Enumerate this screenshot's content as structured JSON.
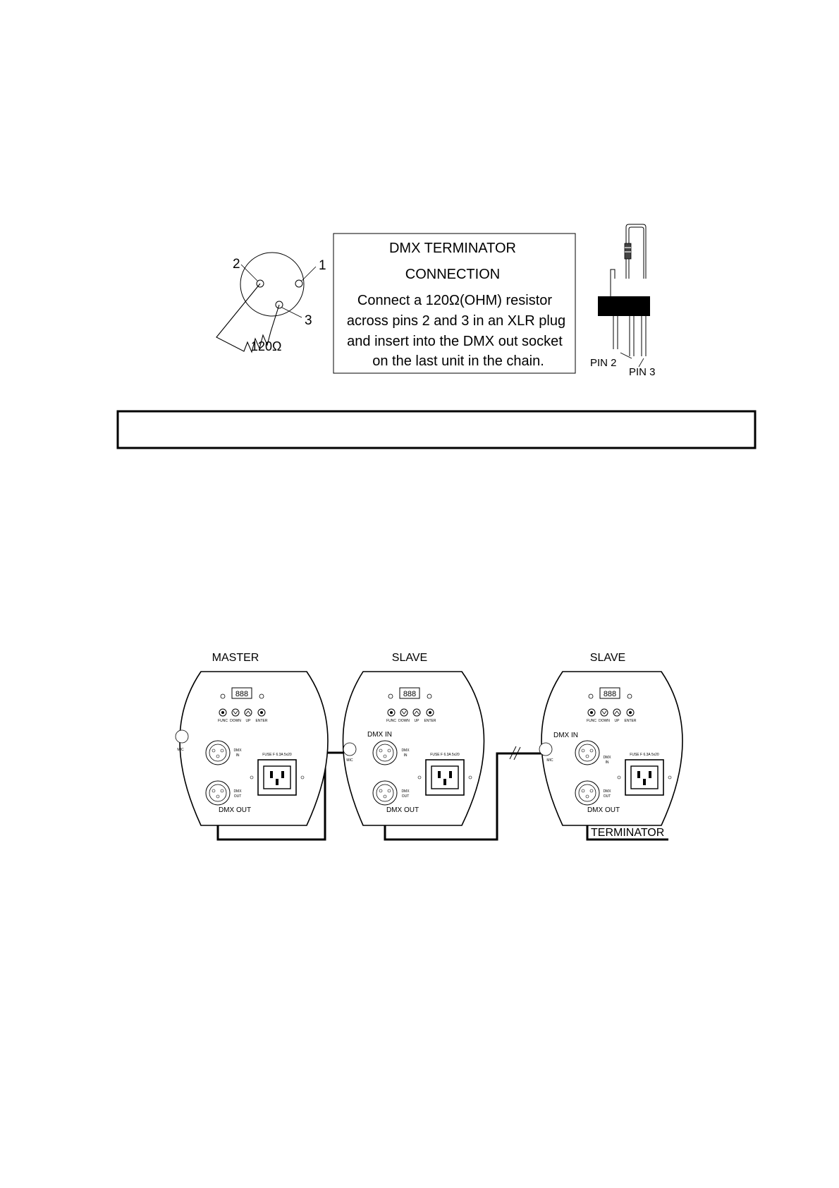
{
  "xlr_pinout": {
    "pin_1": "1",
    "pin_2": "2",
    "pin_3": "3",
    "resistor_label": "120Ω"
  },
  "terminator_box": {
    "line_1": "DMX TERMINATOR",
    "line_2": "CONNECTION",
    "line_3": "Connect a 120Ω(OHM) resistor",
    "line_4": "across pins 2 and 3 in an XLR plug",
    "line_5": "and insert into the DMX out socket",
    "line_6": "on the last unit in the chain."
  },
  "plug_side_view": {
    "pin_2": "PIN 2",
    "pin_3": "PIN 3"
  },
  "chain": {
    "units": [
      {
        "role": "MASTER",
        "dmx_in_label": "",
        "dmx_out_label": "DMX OUT"
      },
      {
        "role": "SLAVE",
        "dmx_in_label": "DMX IN",
        "dmx_out_label": "DMX OUT"
      },
      {
        "role": "SLAVE",
        "dmx_in_label": "DMX IN",
        "dmx_out_label": "DMX OUT"
      }
    ],
    "panel": {
      "buttons": [
        "FUNC",
        "DOWN",
        "UP",
        "ENTER"
      ],
      "mic": "MIC",
      "socket_in": "DMX IN",
      "socket_out": "DMX OUT",
      "fuse": "FUSE F 6.3A 5x20"
    },
    "terminator_label": "TERMINATOR"
  }
}
